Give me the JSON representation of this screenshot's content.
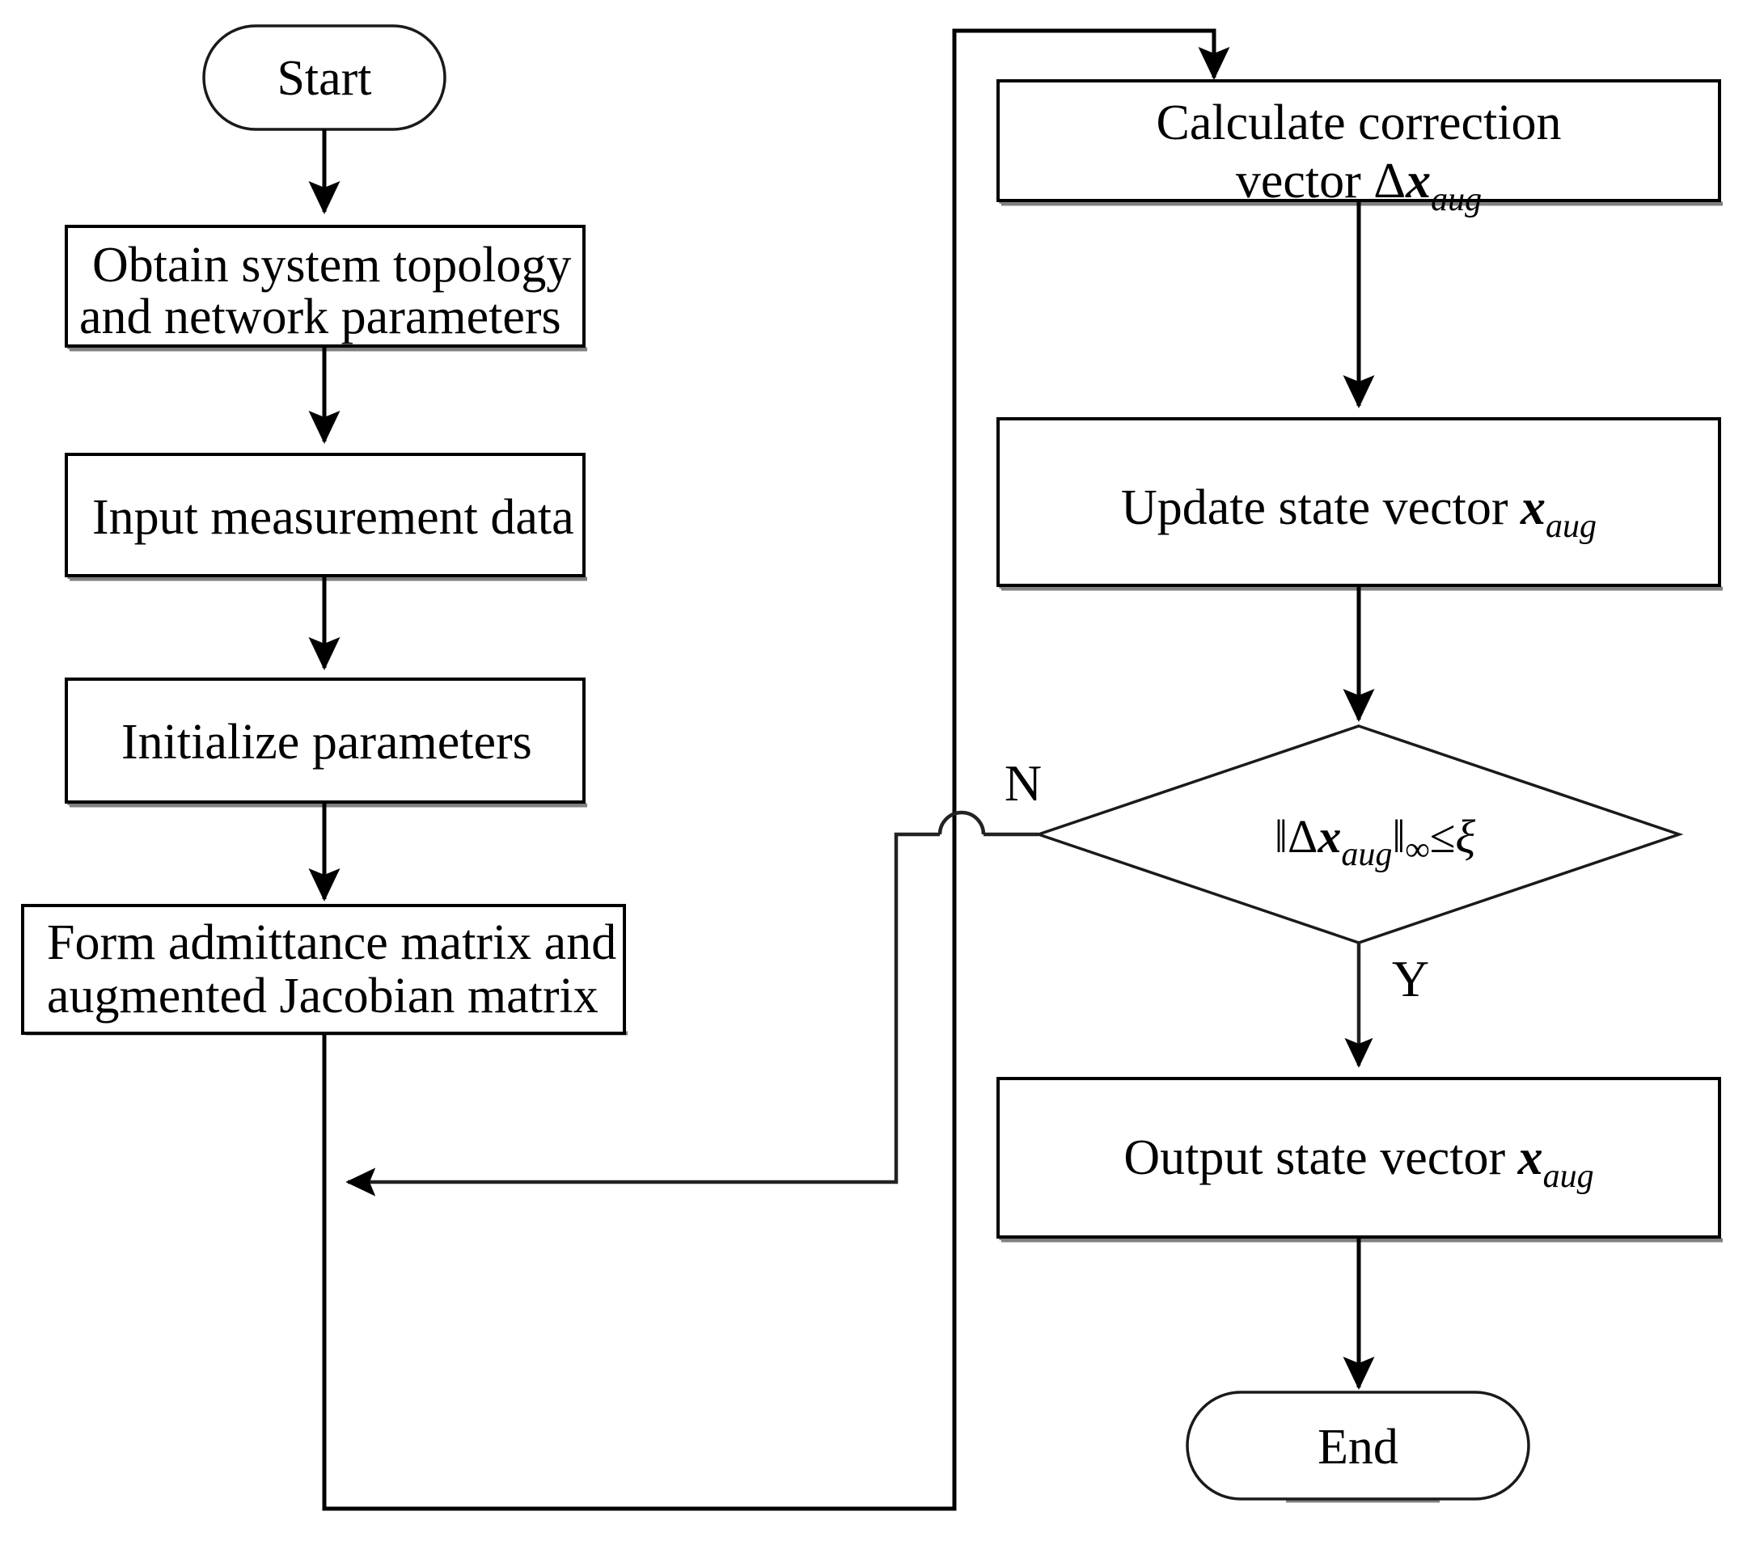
{
  "diagram": {
    "title": "Augmented state estimation algorithm flowchart",
    "type": "flowchart",
    "background_color": "#ffffff",
    "line_color": "#000000",
    "text_color": "#000000"
  },
  "nodes": {
    "start": {
      "label": "Start",
      "shape": "terminator"
    },
    "obtain": {
      "line1": "Obtain system topology",
      "line2": "and network parameters",
      "shape": "process"
    },
    "input": {
      "label": "Input measurement data",
      "shape": "process"
    },
    "initialize": {
      "label": "Initialize parameters",
      "shape": "process"
    },
    "form": {
      "line1": "Form admittance matrix and",
      "line2": "augmented Jacobian matrix",
      "shape": "process"
    },
    "calculate": {
      "line1": "Calculate correction",
      "line2_pre": "vector ",
      "line2_delta": "Δ",
      "line2_var": "x",
      "line2_sub": "aug",
      "shape": "process"
    },
    "update": {
      "pre": "Update state vector ",
      "var": "x",
      "sub": "aug",
      "shape": "process"
    },
    "decision": {
      "norm_open": "‖",
      "delta": "Δ",
      "var": "x",
      "sub": "aug",
      "norm_close": "‖",
      "inf": "∞",
      "rel": "≤",
      "threshold": "ξ",
      "shape": "decision",
      "full_text": "‖Δx_aug‖_∞ ≤ ξ"
    },
    "output": {
      "pre": "Output state vector ",
      "var": "x",
      "sub": "aug",
      "shape": "process"
    },
    "end": {
      "label": "End",
      "shape": "terminator"
    }
  },
  "branch_labels": {
    "no": "N",
    "yes": "Y"
  },
  "edges": [
    {
      "from": "start",
      "to": "obtain",
      "label": ""
    },
    {
      "from": "obtain",
      "to": "input",
      "label": ""
    },
    {
      "from": "input",
      "to": "initialize",
      "label": ""
    },
    {
      "from": "initialize",
      "to": "form",
      "label": ""
    },
    {
      "from": "form",
      "to": "calculate",
      "label": ""
    },
    {
      "from": "calculate",
      "to": "update",
      "label": ""
    },
    {
      "from": "update",
      "to": "decision",
      "label": ""
    },
    {
      "from": "decision",
      "to": "form",
      "label": "N"
    },
    {
      "from": "decision",
      "to": "output",
      "label": "Y"
    },
    {
      "from": "output",
      "to": "end",
      "label": ""
    }
  ]
}
